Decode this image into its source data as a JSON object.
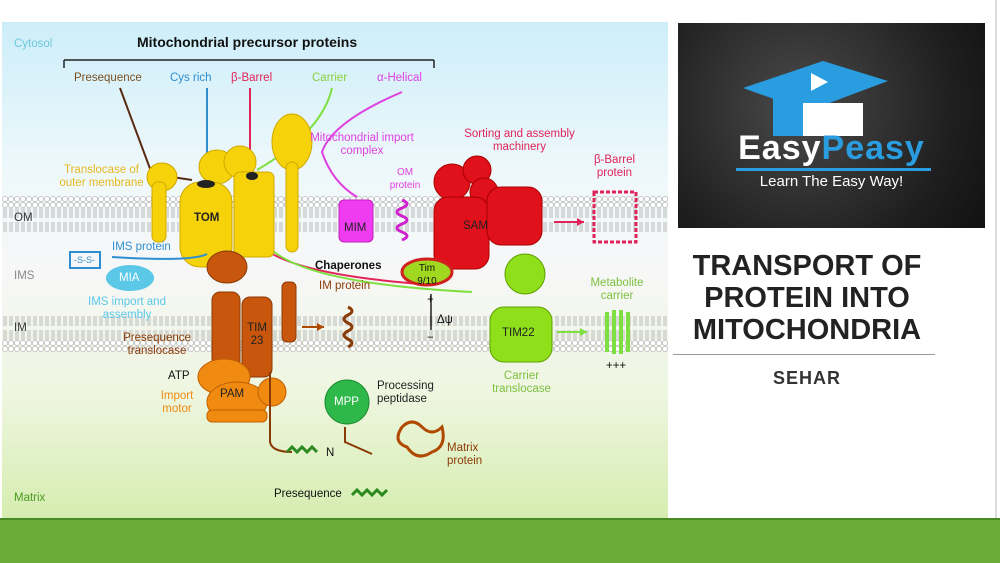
{
  "diagram": {
    "regions": {
      "cytosol": "Cytosol",
      "om": "OM",
      "ims": "IMS",
      "im": "IM",
      "matrix": "Matrix"
    },
    "header": "Mitochondrial precursor proteins",
    "precursors": {
      "presequence": "Presequence",
      "cys_rich": "Cys rich",
      "beta_barrel": "β-Barrel",
      "carrier": "Carrier",
      "alpha_helical": "α-Helical"
    },
    "tom_label": "Translocase of outer membrane",
    "tom": "TOM",
    "mim_label": "Mitochondrial import complex",
    "mim": "MIM",
    "om_protein": "OM protein",
    "sam_label": "Sorting and assembly machinery",
    "sam": "SAM",
    "beta_barrel_protein": "β-Barrel protein",
    "ims_protein": "IMS protein",
    "ss": "-S-S-",
    "mia": "MIA",
    "ims_import": "IMS import and assembly",
    "chaperones": "Chaperones",
    "tim910": "Tim 9/10",
    "im_protein": "IM protein",
    "plus": "+",
    "delta_psi": "Δψ",
    "minus": "−",
    "tim23": "TIM 23",
    "presequence_translocase": "Presequence translocase",
    "atp": "ATP",
    "pam": "PAM",
    "import_motor": "Import motor",
    "mpp": "MPP",
    "processing_peptidase": "Processing peptidase",
    "tim22": "TIM22",
    "carrier_translocase": "Carrier translocase",
    "metabolite_carrier": "Metabolite carrier",
    "plus3": "+++",
    "n": "N",
    "matrix_protein": "Matrix protein",
    "presequence_bottom": "Presequence"
  },
  "logo": {
    "brand_a": "Easy",
    "brand_b": "Peasy",
    "tagline": "Learn The Easy Way!"
  },
  "title": "TRANSPORT OF PROTEIN INTO MITOCHONDRIA",
  "author": "SEHAR",
  "colors": {
    "accent": "#2a9de0",
    "footer": "#6aab38",
    "tom": "#f5d20a",
    "sam": "#e0111b",
    "mim": "#f03cf0",
    "tim23": "#c8560c",
    "tim22": "#8fe01a"
  }
}
